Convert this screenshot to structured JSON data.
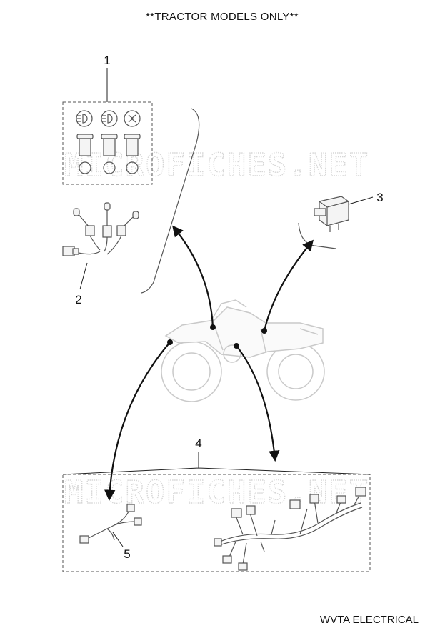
{
  "header": {
    "title": "**TRACTOR MODELS ONLY**"
  },
  "watermark": {
    "text": "MICROFICHES.NET"
  },
  "callouts": [
    {
      "number": "1",
      "part": "bulb-kit"
    },
    {
      "number": "2",
      "part": "bulb-socket-harness"
    },
    {
      "number": "3",
      "part": "relay"
    },
    {
      "number": "4",
      "part": "wire-harness-assembly"
    },
    {
      "number": "5",
      "part": "sub-harness"
    }
  ],
  "footer": {
    "label": "WVTA ELECTRICAL"
  },
  "colors": {
    "ink": "#111111",
    "part": "#555555",
    "ghost": "#c9c9c9",
    "watermark": "#d6d6d6"
  }
}
